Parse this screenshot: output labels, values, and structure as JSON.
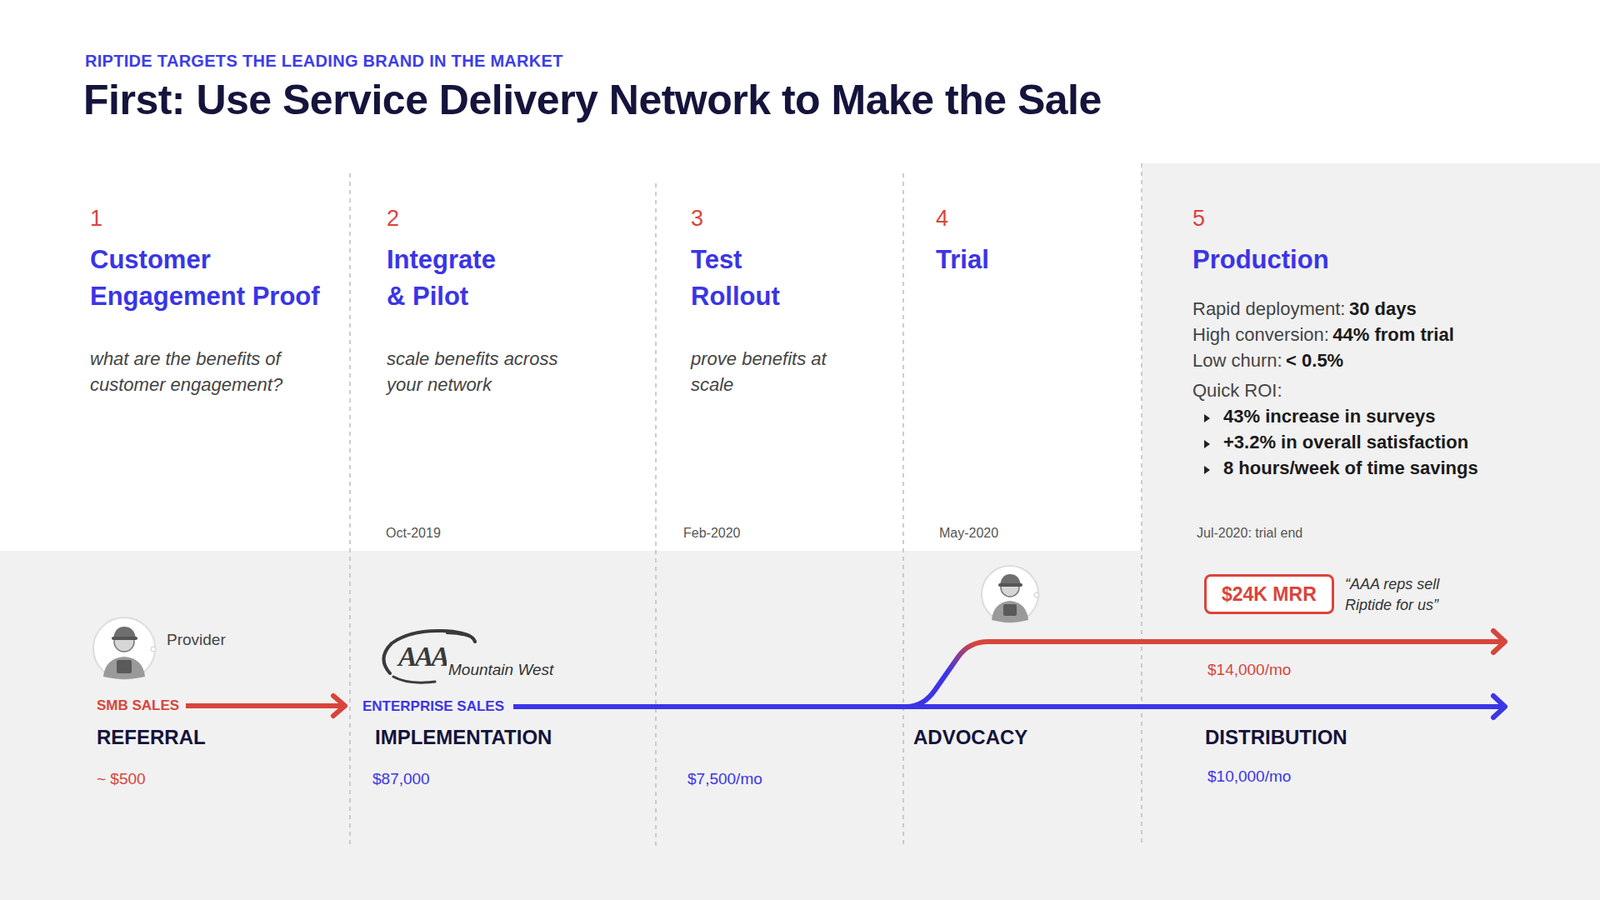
{
  "diagram": {
    "title": "First: Use Service Delivery Network to Make the Sale",
    "nodes": [
      {
        "text": [
          "1",
          "Customer Engagement Proof",
          "what are the benefits of customer engagement?"
        ]
      },
      {
        "text": [
          "2",
          "Integrate & Pilot",
          "scale benefits across your network"
        ]
      },
      {
        "text": [
          "3",
          "Test Rollout",
          "prove benefits at scale"
        ]
      },
      {
        "text": [
          "4",
          "Trial"
        ]
      },
      {
        "text": [
          "5",
          "Production",
          "Rapid deployment:",
          "30 days",
          "High conversion:",
          "44% from trial",
          "Low churn:",
          "< 0.5%",
          "Quick ROI:",
          "43% increase in surveys",
          "+3.2% in overall satisfaction",
          "8 hours/week of time savings"
        ]
      },
      {
        "text": [
          "$24K MRR"
        ]
      }
    ],
    "labels": [
      "RIPTIDE TARGETS THE LEADING BRAND IN THE MARKET",
      "Oct-2019",
      "Feb-2020",
      "May-2020",
      "Jul-2020: trial end",
      "Provider",
      "AAA",
      "Mountain West",
      "SMB SALES",
      "ENTERPRISE SALES",
      "REFERRAL",
      "IMPLEMENTATION",
      "ADVOCACY",
      "DISTRIBUTION",
      "~ $500",
      "$87,000",
      "$7,500/mo",
      "$10,000/mo",
      "$14,000/mo",
      "“AAA reps sell Riptide for us”"
    ]
  }
}
